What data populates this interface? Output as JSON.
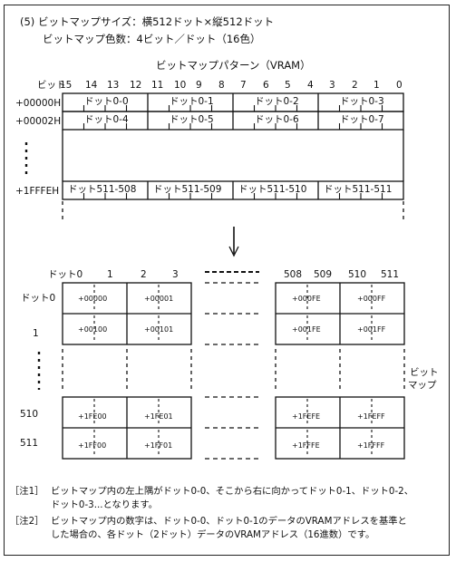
{
  "header": {
    "line1": "(5) ビットマップサイズ：横512ドット×縦512ドット",
    "line2": "ビットマップ色数：4ビット／ドット（16色）",
    "pattern_title": "ビットマップパターン（VRAM）"
  },
  "vram": {
    "bit_label": "ビット",
    "bit_numbers": [
      "15",
      "14",
      "13",
      "12",
      "11",
      "10",
      "9",
      "8",
      "7",
      "6",
      "5",
      "4",
      "3",
      "2",
      "1",
      "0"
    ],
    "addresses": [
      "+00000H",
      "+00002H",
      "+1FFFEH"
    ],
    "rows": [
      [
        "ドット0-0",
        "ドット0-1",
        "ドット0-2",
        "ドット0-3"
      ],
      [
        "ドット0-4",
        "ドット0-5",
        "ドット0-6",
        "ドット0-7"
      ],
      [
        "ドット511-508",
        "ドット511-509",
        "ドット511-510",
        "ドット511-511"
      ]
    ]
  },
  "bitmap": {
    "col_label": "ドット0",
    "col_numbers_left": [
      "1",
      "2",
      "3"
    ],
    "col_numbers_right": [
      "508",
      "509",
      "510",
      "511"
    ],
    "row_labels": [
      "ドット0",
      "1",
      "510",
      "511"
    ],
    "side_label_1": "ビット",
    "side_label_2": "マップ",
    "cells_top_left": [
      "+00000",
      "+00001",
      "+00100",
      "+00101"
    ],
    "cells_top_right": [
      "+000FE",
      "+000FF",
      "+001FE",
      "+001FF"
    ],
    "cells_bottom_left": [
      "+1FE00",
      "+1FE01",
      "+1FF00",
      "+1FF01"
    ],
    "cells_bottom_right": [
      "+1FEFE",
      "+1FEFF",
      "+1FFFE",
      "+1FFFF"
    ]
  },
  "notes": {
    "n1_tag": "［注1］",
    "n1_l1": "ビットマップ内の左上隅がドット0-0、そこから右に向かってドット0-1、ドット0-2、",
    "n1_l2": "ドット0-3...となります。",
    "n2_tag": "［注2］",
    "n2_l1": "ビットマップ内の数字は、ドット0-0、ドット0-1のデータのVRAMアドレスを基準と",
    "n2_l2": "した場合の、各ドット（2ドット）データのVRAMアドレス（16進数）です。"
  }
}
